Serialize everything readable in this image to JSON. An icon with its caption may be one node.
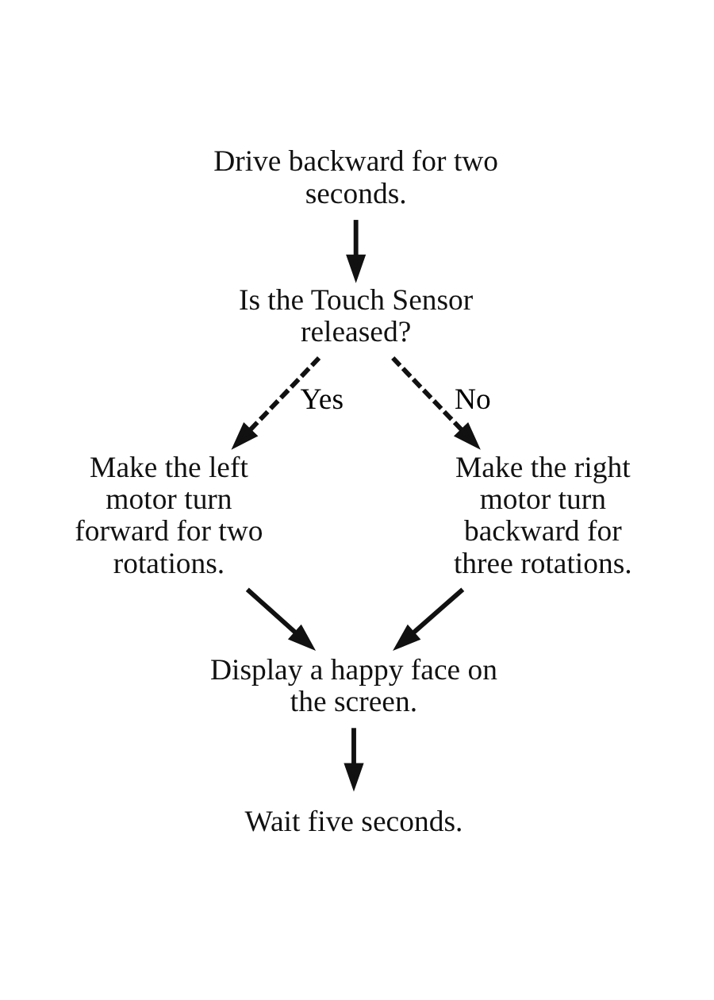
{
  "diagram": {
    "nodes": [
      {
        "text": [
          "Drive backward for two seconds."
        ]
      },
      {
        "text": [
          "Is the Touch Sensor released?"
        ]
      },
      {
        "text": [
          "Make the left motor turn forward for two rotations."
        ]
      },
      {
        "text": [
          "Make the right motor turn backward for three rotations."
        ]
      },
      {
        "text": [
          "Display a happy face on the screen."
        ]
      },
      {
        "text": [
          "Wait five seconds."
        ]
      }
    ],
    "edges": [
      {
        "from": 0,
        "to": 1,
        "arrow": "to"
      },
      {
        "from": 1,
        "to": 2,
        "arrow": "to",
        "label": "Yes",
        "style": "dashed"
      },
      {
        "from": 1,
        "to": 3,
        "arrow": "to",
        "label": "No",
        "style": "dashed"
      },
      {
        "from": 2,
        "to": 4,
        "arrow": "to"
      },
      {
        "from": 3,
        "to": 4,
        "arrow": "to"
      },
      {
        "from": 4,
        "to": 5,
        "arrow": "to"
      }
    ]
  }
}
